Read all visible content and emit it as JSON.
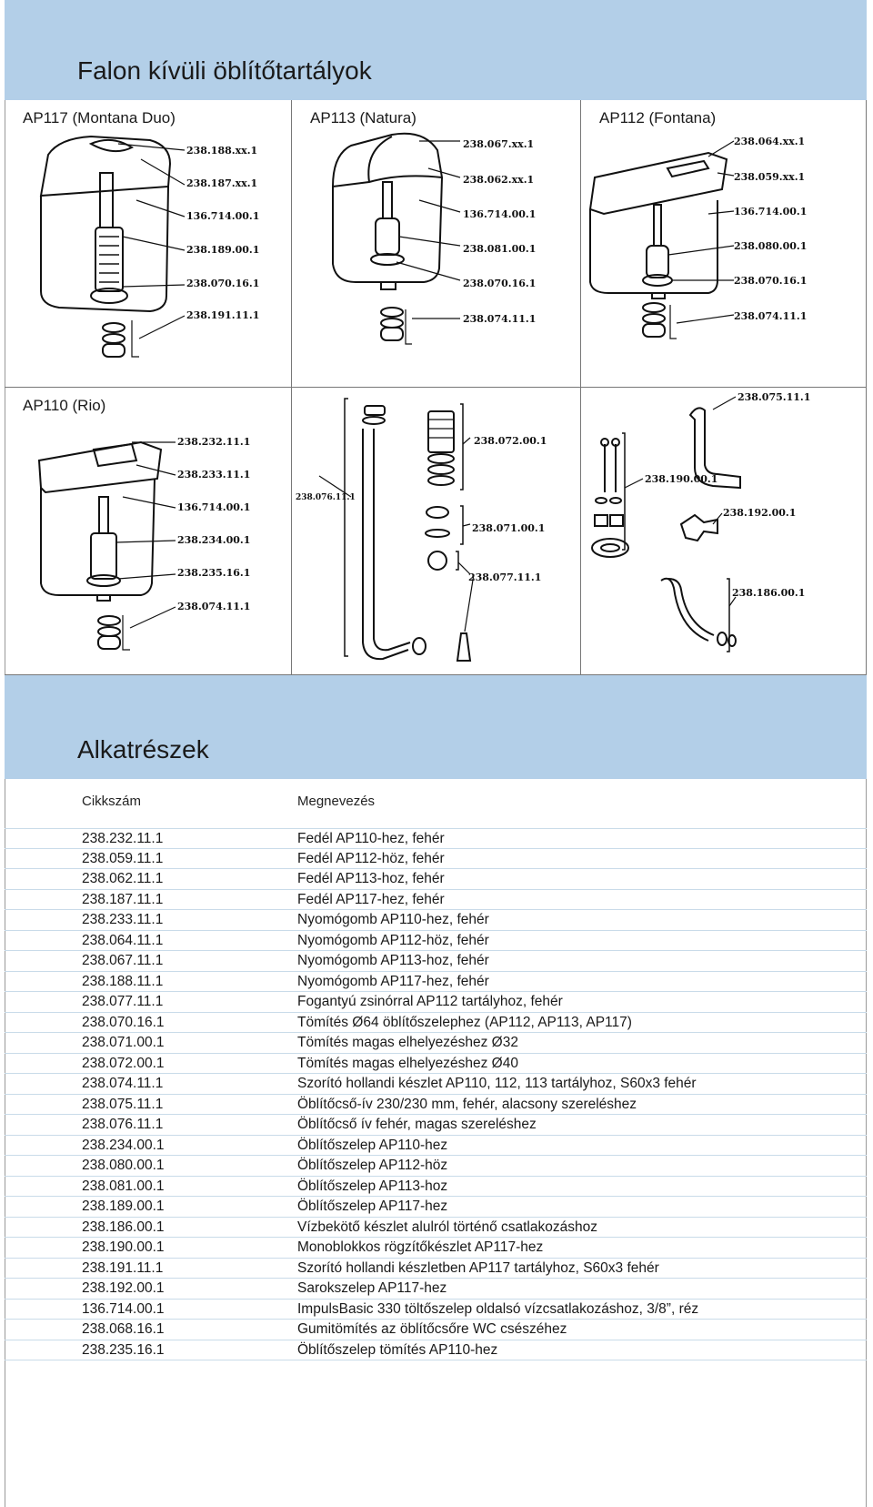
{
  "section1": {
    "title": "Falon kívüli öblítőtartályok"
  },
  "section2": {
    "title": "Alkatrészek"
  },
  "diagrams": {
    "ap117": {
      "code": "AP117",
      "name": "(Montana Duo)",
      "labels": [
        "238.188.xx.1",
        "238.187.xx.1",
        "136.714.00.1",
        "238.189.00.1",
        "238.070.16.1",
        "238.191.11.1"
      ]
    },
    "ap113": {
      "code": "AP113",
      "name": "(Natura)",
      "labels": [
        "238.067.xx.1",
        "238.062.xx.1",
        "136.714.00.1",
        "238.081.00.1",
        "238.070.16.1",
        "238.074.11.1"
      ]
    },
    "ap112": {
      "code": "AP112",
      "name": "(Fontana)",
      "labels": [
        "238.064.xx.1",
        "238.059.xx.1",
        "136.714.00.1",
        "238.080.00.1",
        "238.070.16.1",
        "238.074.11.1"
      ]
    },
    "ap110": {
      "code": "AP110",
      "name": "(Rio)",
      "labels": [
        "238.232.11.1",
        "238.233.11.1",
        "136.714.00.1",
        "238.234.00.1",
        "238.235.16.1",
        "238.074.11.1"
      ]
    },
    "pipes": {
      "labels": [
        "238.076.11.1",
        "238.072.00.1",
        "238.071.00.1",
        "238.077.11.1"
      ]
    },
    "fixings": {
      "labels": [
        "238.075.11.1",
        "238.190.00.1",
        "238.192.00.1",
        "238.186.00.1"
      ]
    }
  },
  "table": {
    "headers": {
      "code": "Cikkszám",
      "name": "Megnevezés"
    },
    "rows": [
      {
        "code": "238.232.11.1",
        "desc": "Fedél AP110-hez, fehér"
      },
      {
        "code": "238.059.11.1",
        "desc": "Fedél AP112-höz, fehér"
      },
      {
        "code": "238.062.11.1",
        "desc": "Fedél AP113-hoz, fehér"
      },
      {
        "code": "238.187.11.1",
        "desc": "Fedél AP117-hez, fehér"
      },
      {
        "code": "238.233.11.1",
        "desc": "Nyomógomb AP110-hez, fehér"
      },
      {
        "code": "238.064.11.1",
        "desc": "Nyomógomb AP112-höz, fehér"
      },
      {
        "code": "238.067.11.1",
        "desc": "Nyomógomb AP113-hoz, fehér"
      },
      {
        "code": "238.188.11.1",
        "desc": "Nyomógomb AP117-hez, fehér"
      },
      {
        "code": "238.077.11.1",
        "desc": "Fogantyú zsinórral AP112 tartályhoz, fehér"
      },
      {
        "code": "238.070.16.1",
        "desc": "Tömítés Ø64 öblítőszelephez (AP112, AP113, AP117)"
      },
      {
        "code": "238.071.00.1",
        "desc": "Tömítés magas elhelyezéshez Ø32"
      },
      {
        "code": "238.072.00.1",
        "desc": "Tömítés magas elhelyezéshez Ø40"
      },
      {
        "code": "238.074.11.1",
        "desc": "Szorító hollandi készlet AP110, 112, 113 tartályhoz, S60x3 fehér"
      },
      {
        "code": "238.075.11.1",
        "desc": "Öblítőcső-ív 230/230 mm, fehér, alacsony szereléshez"
      },
      {
        "code": "238.076.11.1",
        "desc": "Öblítőcső ív fehér, magas szereléshez"
      },
      {
        "code": "238.234.00.1",
        "desc": "Öblítőszelep AP110-hez"
      },
      {
        "code": "238.080.00.1",
        "desc": "Öblítőszelep AP112-höz"
      },
      {
        "code": "238.081.00.1",
        "desc": "Öblítőszelep AP113-hoz"
      },
      {
        "code": "238.189.00.1",
        "desc": "Öblítőszelep AP117-hez"
      },
      {
        "code": "238.186.00.1",
        "desc": "Vízbekötő készlet alulról történő csatlakozáshoz"
      },
      {
        "code": "238.190.00.1",
        "desc": "Monoblokkos rögzítőkészlet AP117-hez"
      },
      {
        "code": "238.191.11.1",
        "desc": "Szorító hollandi készletben AP117 tartályhoz, S60x3 fehér"
      },
      {
        "code": "238.192.00.1",
        "desc": "Sarokszelep AP117-hez"
      },
      {
        "code": "136.714.00.1",
        "desc": "ImpulsBasic 330 töltőszelep oldalsó vízcsatlakozáshoz, 3/8”, réz"
      },
      {
        "code": "238.068.16.1",
        "desc": "Gumitömítés az öblítőcsőre WC csészéhez"
      },
      {
        "code": "238.235.16.1",
        "desc": "Öblítőszelep tömítés AP110-hez"
      }
    ]
  },
  "colors": {
    "band": "#b3cfe8",
    "rule": "#c9dbe9",
    "grid": "#777777"
  }
}
